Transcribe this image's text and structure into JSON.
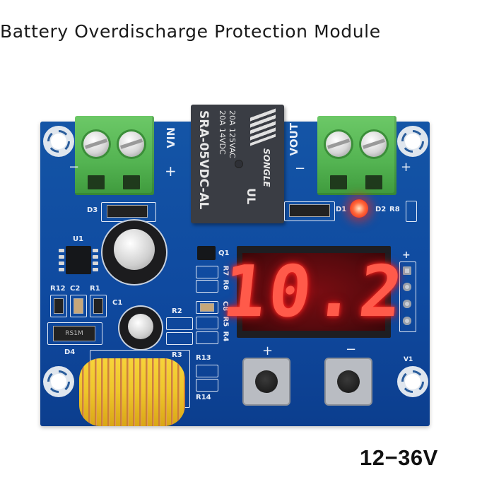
{
  "title": "Battery Overdischarge Protection Module",
  "voltage_range": "12−36V",
  "display": {
    "value": "10.2",
    "color": "#ff3a2a"
  },
  "relay": {
    "brand": "SONGLE",
    "model": "SRA-05VDC-AL",
    "rating_line1": "20A 14VDC",
    "rating_line2": "20A 125VAC",
    "cert_mark": "UL"
  },
  "terminals": {
    "input": {
      "label": "VIN",
      "minus": "−",
      "plus": "+"
    },
    "output": {
      "label": "VOUT",
      "minus": "−",
      "plus": "+"
    }
  },
  "buttons": {
    "plus_label": "+",
    "minus_label": "−"
  },
  "silkscreen": {
    "d3": "D3",
    "u1": "U1",
    "r12": "R12",
    "c2": "C2",
    "r1": "R1",
    "c1": "C1",
    "d4": "D4",
    "r2": "R2",
    "r3": "R3",
    "r13": "R13",
    "r14": "R14",
    "q1": "Q1",
    "r7": "R7",
    "r6": "R6",
    "c8": "C8",
    "r5": "R5",
    "r4": "R4",
    "d1": "D1",
    "d2": "D2",
    "r8": "R8",
    "v1": "V1",
    "header_plus": "+",
    "d4_part": "RS1M"
  },
  "colors": {
    "pcb": "#1150a3",
    "terminal": "#56b654",
    "led": "#ff2a1a",
    "silk": "#e8eef8"
  }
}
